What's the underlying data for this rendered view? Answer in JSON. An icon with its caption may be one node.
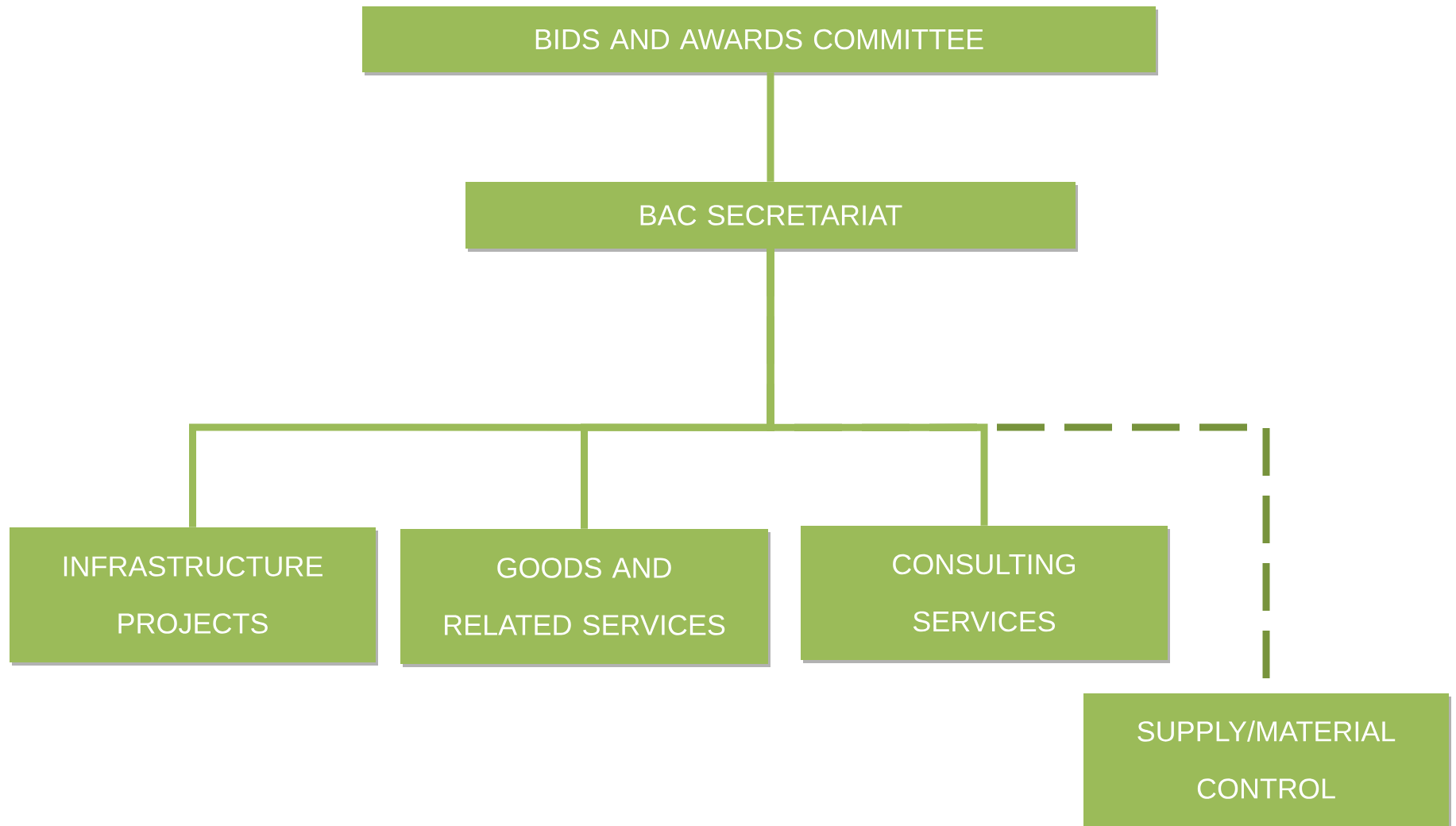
{
  "diagram": {
    "nodes": [
      {
        "text": [
          "BIDS AND AWARDS COMMITTEE"
        ]
      },
      {
        "text": [
          "BAC SECRETARIAT"
        ]
      },
      {
        "text": [
          "INFRASTRUCTURE PROJECTS"
        ]
      },
      {
        "text": [
          "GOODS AND RELATED SERVICES"
        ]
      },
      {
        "text": [
          "CONSULTING SERVICES"
        ]
      },
      {
        "text": [
          "SUPPLY/MATERIAL CONTROL"
        ]
      }
    ],
    "edges": [
      {
        "from": 0,
        "to": 1,
        "arrow": "none"
      },
      {
        "from": 1,
        "to": 2,
        "arrow": "none"
      },
      {
        "from": 1,
        "to": 3,
        "arrow": "none"
      },
      {
        "from": 1,
        "to": 4,
        "arrow": "none"
      },
      {
        "from": 1,
        "to": 5,
        "arrow": "none",
        "style": "dashed",
        "color": "#77933c"
      }
    ]
  }
}
